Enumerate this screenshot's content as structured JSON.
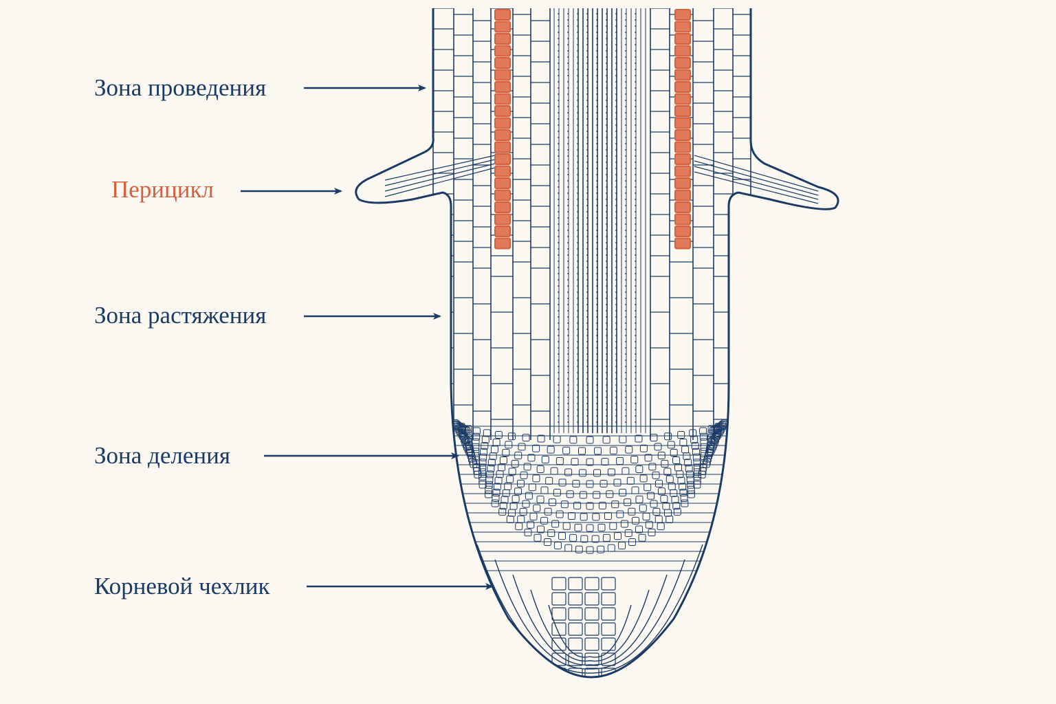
{
  "colors": {
    "background": "#fbf8f1",
    "ink": "#1b3a66",
    "pericycle": "#d65f3c",
    "pericycle_fill": "#e07a5a"
  },
  "labels": {
    "conduction_zone": "Зона проведения",
    "pericycle": "Перицикл",
    "elongation_zone": "Зона растяжения",
    "division_zone": "Зона деления",
    "root_cap": "Корневой чехлик"
  }
}
